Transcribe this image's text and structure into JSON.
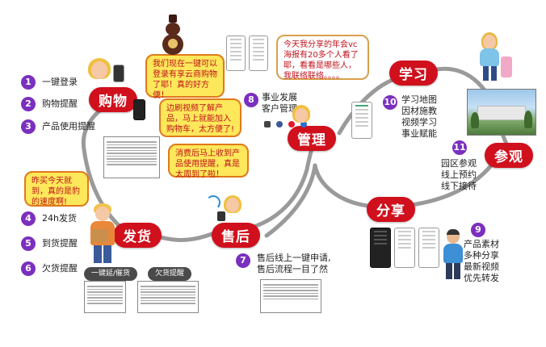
{
  "stages": {
    "shopping": "购物",
    "shipping": "发货",
    "aftersale": "售后",
    "management": "管理",
    "learning": "学习",
    "visit": "参观",
    "share": "分享"
  },
  "steps": [
    {
      "num": "1",
      "label": "一键登录"
    },
    {
      "num": "2",
      "label": "购物提醒"
    },
    {
      "num": "3",
      "label": "产品使用提醒"
    },
    {
      "num": "4",
      "label": "24h发货"
    },
    {
      "num": "5",
      "label": "到货提醒"
    },
    {
      "num": "6",
      "label": "欠货提醒"
    },
    {
      "num": "7",
      "label": "售后线上一键申请,\n售后流程一目了然"
    },
    {
      "num": "8",
      "label": "事业发展\n客户管理"
    },
    {
      "num": "9",
      "label": "产品素材\n多种分享\n最新视频\n优先转发"
    },
    {
      "num": "10",
      "label": "学习地图\n因材施教\n视频学习\n事业赋能"
    },
    {
      "num": "11",
      "label": "园区参观\n线上预约\n线下接待"
    }
  ],
  "bubbles": {
    "login": "我们现在一键可以登录有享云商购物了耶！真的好方便！",
    "reminder": "边刷视频了解产品，马上就能加入购物车，太方便了!",
    "usage": "消费后马上收到产品使用提醒，真是太周到了啦！",
    "speed": "昨买今天就到，真的是豹的速度啊!",
    "annual": "今天我分享的年会vc海报有20多个人看了耶，看看是哪些人，我联络联络。。。。"
  },
  "buttons": {
    "urge": "一键延/催货",
    "shortage": "欠货提醒"
  },
  "colors": {
    "stage": "#d0101c",
    "step_badge": "#7b2fbf",
    "bubble_fill": "#fde75a",
    "bubble_border": "#e07a1a",
    "path": "#9a9a9a"
  }
}
